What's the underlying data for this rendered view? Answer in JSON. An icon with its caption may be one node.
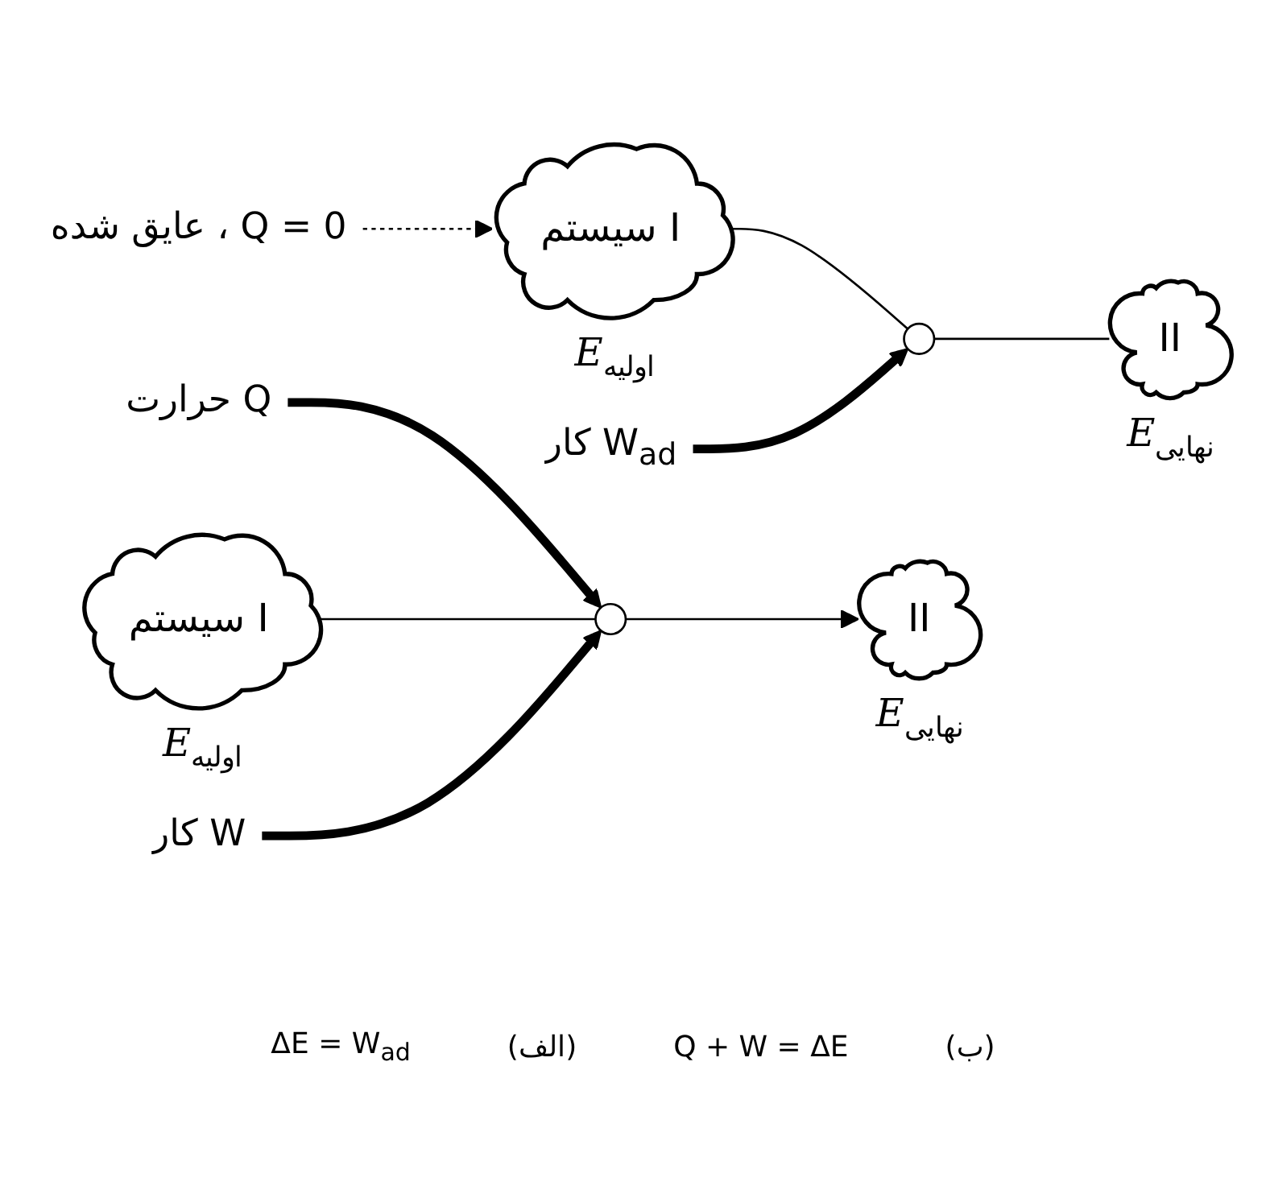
{
  "diagram": {
    "nodes": [
      {
        "text": [
          "سیستم I"
        ],
        "beside": [
          "E$_{اولیه}$"
        ]
      },
      {
        "text": [
          "عایق شده ، Q = 0"
        ]
      },
      {
        "text": [],
        "shape": "point"
      },
      {
        "text": [
          "II"
        ],
        "beside": [
          "E$_{نهایی}$"
        ]
      },
      {
        "text": [
          "کار W$_{ad}$"
        ]
      },
      {
        "text": [
          "حرارت Q"
        ]
      },
      {
        "text": [
          "سیستم I"
        ],
        "beside": [
          "E$_{اولیه}$"
        ]
      },
      {
        "text": [],
        "shape": "point"
      },
      {
        "text": [
          "II"
        ],
        "beside": [
          "E$_{نهایی}$"
        ]
      },
      {
        "text": [
          "کار W"
        ]
      }
    ],
    "edges": [
      {
        "from": 1,
        "to": 0,
        "arrow": "to",
        "style": "dashed"
      },
      {
        "from": 0,
        "to": 2,
        "arrow": "none"
      },
      {
        "from": 2,
        "to": 3,
        "arrow": "none"
      },
      {
        "from": 4,
        "to": 2,
        "arrow": "to",
        "style": "thick"
      },
      {
        "from": 5,
        "to": 7,
        "arrow": "to",
        "style": "thick"
      },
      {
        "from": 6,
        "to": 7,
        "arrow": "none"
      },
      {
        "from": 7,
        "to": 8,
        "arrow": "to"
      },
      {
        "from": 9,
        "to": 7,
        "arrow": "to",
        "style": "thick"
      }
    ],
    "labels": [
      "ΔE = W$_{ad}$",
      "(الف)",
      "Q + W = ΔE",
      "(ب)"
    ]
  }
}
